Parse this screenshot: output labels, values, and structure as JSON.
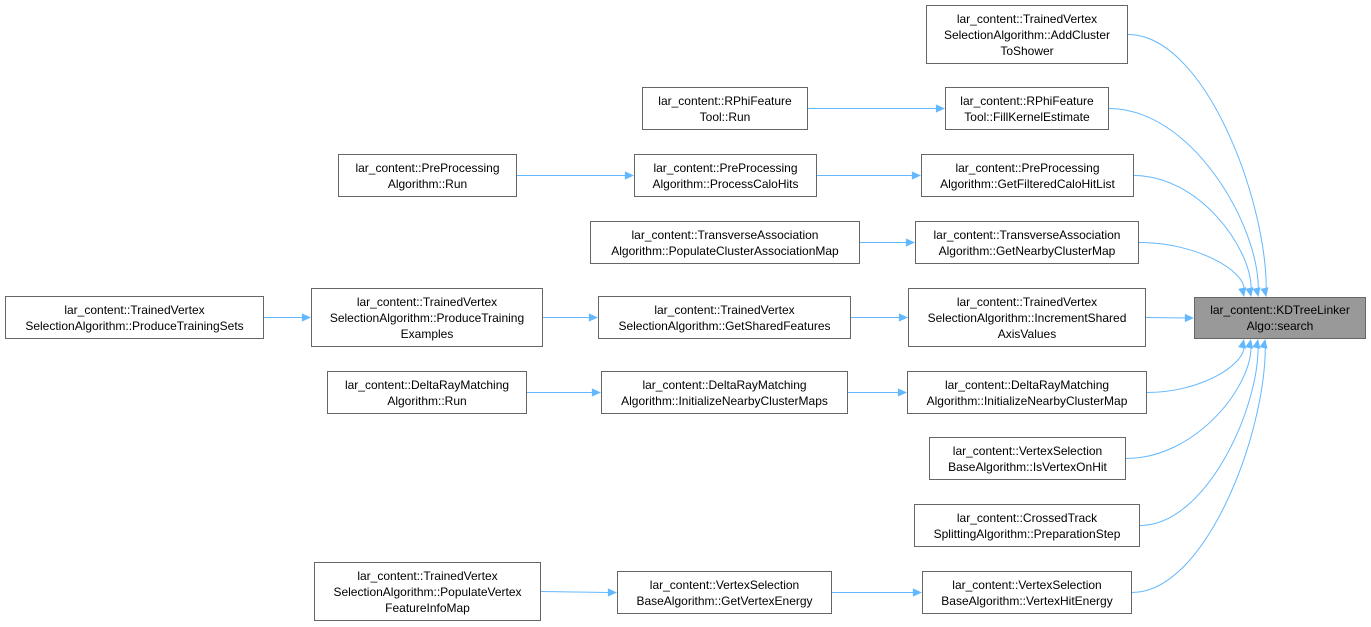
{
  "colors": {
    "edge": "#63b8ff",
    "root_fill": "#999999",
    "node_border": "#666666"
  },
  "nodes": {
    "root": [
      "lar_content::KDTreeLinker",
      "Algo::search"
    ],
    "addcluster": [
      "lar_content::TrainedVertex",
      "SelectionAlgorithm::AddCluster",
      "ToShower"
    ],
    "fillkernel": [
      "lar_content::RPhiFeature",
      "Tool::FillKernelEstimate"
    ],
    "rphirun": [
      "lar_content::RPhiFeature",
      "Tool::Run"
    ],
    "getfiltered": [
      "lar_content::PreProcessing",
      "Algorithm::GetFilteredCaloHitList"
    ],
    "processcalo": [
      "lar_content::PreProcessing",
      "Algorithm::ProcessCaloHits"
    ],
    "prerun": [
      "lar_content::PreProcessing",
      "Algorithm::Run"
    ],
    "getnearby": [
      "lar_content::TransverseAssociation",
      "Algorithm::GetNearbyClusterMap"
    ],
    "populatecluster": [
      "lar_content::TransverseAssociation",
      "Algorithm::PopulateClusterAssociationMap"
    ],
    "incshared": [
      "lar_content::TrainedVertex",
      "SelectionAlgorithm::IncrementShared",
      "AxisValues"
    ],
    "getshared": [
      "lar_content::TrainedVertex",
      "SelectionAlgorithm::GetSharedFeatures"
    ],
    "prodtrainex": [
      "lar_content::TrainedVertex",
      "SelectionAlgorithm::ProduceTraining",
      "Examples"
    ],
    "prodtrainsets": [
      "lar_content::TrainedVertex",
      "SelectionAlgorithm::ProduceTrainingSets"
    ],
    "dr_init2": [
      "lar_content::DeltaRayMatching",
      "Algorithm::InitializeNearbyClusterMap"
    ],
    "dr_init1": [
      "lar_content::DeltaRayMatching",
      "Algorithm::InitializeNearbyClusterMaps"
    ],
    "dr_run": [
      "lar_content::DeltaRayMatching",
      "Algorithm::Run"
    ],
    "isvertex": [
      "lar_content::VertexSelection",
      "BaseAlgorithm::IsVertexOnHit"
    ],
    "crossed": [
      "lar_content::CrossedTrack",
      "SplittingAlgorithm::PreparationStep"
    ],
    "vhitenergy": [
      "lar_content::VertexSelection",
      "BaseAlgorithm::VertexHitEnergy"
    ],
    "getvenergy": [
      "lar_content::VertexSelection",
      "BaseAlgorithm::GetVertexEnergy"
    ],
    "populatevertex": [
      "lar_content::TrainedVertex",
      "SelectionAlgorithm::PopulateVertex",
      "FeatureInfoMap"
    ]
  },
  "edges": [
    [
      "addcluster",
      "root"
    ],
    [
      "fillkernel",
      "root"
    ],
    [
      "getfiltered",
      "root"
    ],
    [
      "getnearby",
      "root"
    ],
    [
      "incshared",
      "root"
    ],
    [
      "dr_init2",
      "root"
    ],
    [
      "isvertex",
      "root"
    ],
    [
      "crossed",
      "root"
    ],
    [
      "vhitenergy",
      "root"
    ],
    [
      "rphirun",
      "fillkernel"
    ],
    [
      "processcalo",
      "getfiltered"
    ],
    [
      "prerun",
      "processcalo"
    ],
    [
      "populatecluster",
      "getnearby"
    ],
    [
      "getshared",
      "incshared"
    ],
    [
      "prodtrainex",
      "getshared"
    ],
    [
      "prodtrainsets",
      "prodtrainex"
    ],
    [
      "dr_init1",
      "dr_init2"
    ],
    [
      "dr_run",
      "dr_init1"
    ],
    [
      "getvenergy",
      "vhitenergy"
    ],
    [
      "populatevertex",
      "getvenergy"
    ]
  ]
}
